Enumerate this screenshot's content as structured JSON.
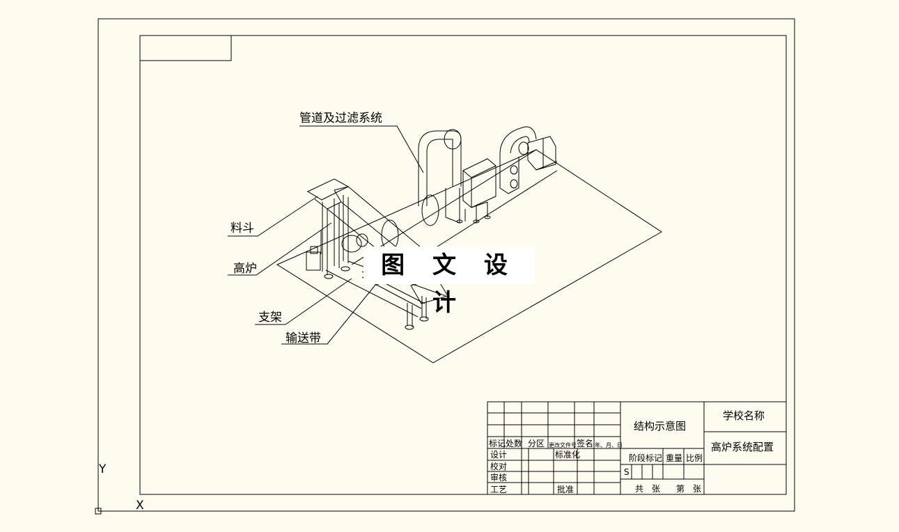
{
  "labels": {
    "pipe": "管道及过滤系统",
    "hopper": "料斗",
    "furnace": "高炉",
    "frame": "支架",
    "conveyor": "输送带"
  },
  "watermark": "图 文 设 计",
  "title_block": {
    "drawing_name": "结构示意图",
    "school": "学校名称",
    "project": "高炉系统配置",
    "headers": [
      "标记",
      "处数",
      "分区",
      "更改文件号",
      "签名",
      "年、月、日"
    ],
    "rows": [
      "设计",
      "校对",
      "审核",
      "工艺"
    ],
    "standardize": "标准化",
    "approve": "批准",
    "stage_mark": "阶段标记",
    "weight": "重量",
    "scale": "比例",
    "stage_value": "S",
    "sheets_total": "共　张",
    "sheet_no": "第　张"
  },
  "axes": {
    "x": "X",
    "y": "Y"
  }
}
